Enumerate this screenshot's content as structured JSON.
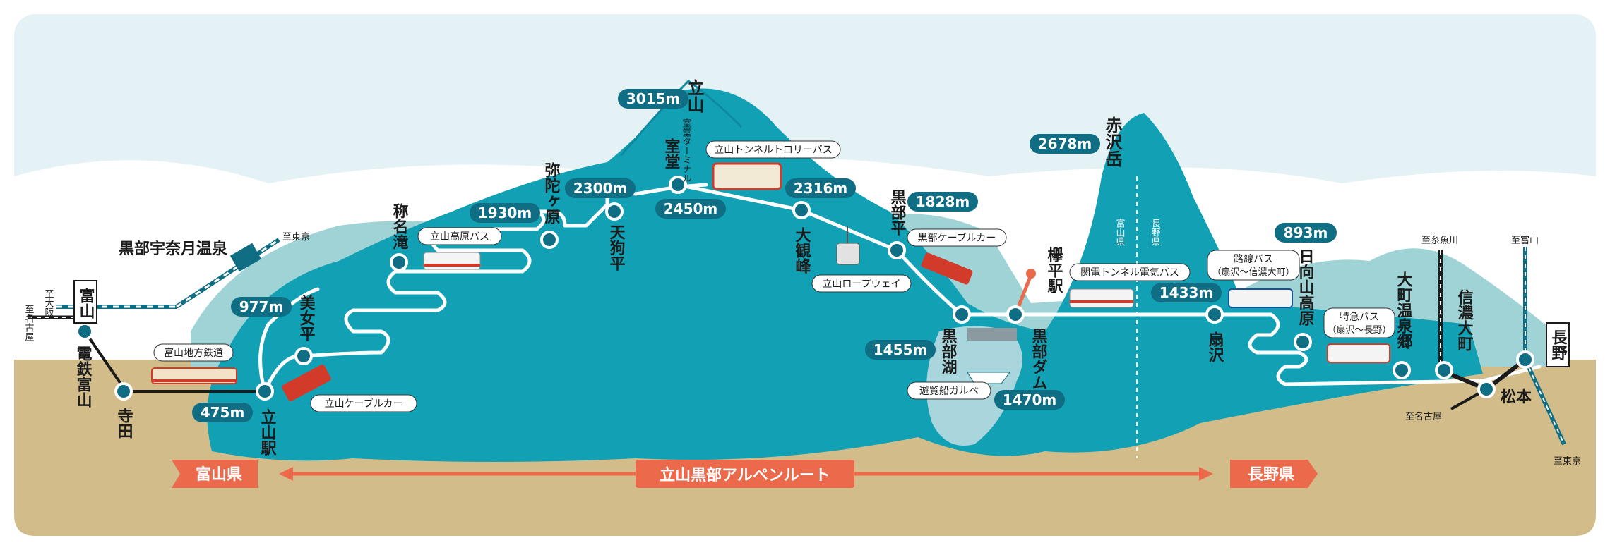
{
  "title": "立山黒部アルペンルート",
  "prefectures": {
    "left": "富山県",
    "right": "長野県"
  },
  "boundary_labels": {
    "toyama": "富山県",
    "nagano": "長野県"
  },
  "stations": {
    "toyama": "富山",
    "dentetsu_toyama": "電鉄富山",
    "terada": "寺田",
    "tateyama": "立山駅",
    "bijodaira": "美女平",
    "shomyodaki": "称名滝",
    "midagahara": "弥陀ヶ原",
    "tengudaira": "天狗平",
    "murodo": "室堂",
    "murodo_terminal": "室堂ターミナル",
    "daikanbo": "大観峰",
    "kurobedaira": "黒部平",
    "kurobeko": "黒部湖",
    "kurobe_dam": "黒部ダム",
    "keyakidaira": "欅平駅",
    "ogizawa": "扇沢",
    "hinatayama": "日向山高原",
    "omachi_onsenkyo": "大町温泉郷",
    "shinano_omachi": "信濃大町",
    "matsumoto": "松本",
    "nagano": "長野",
    "unazuki": "黒部宇奈月温泉"
  },
  "peaks": {
    "tateyama": "立山",
    "akazawadake": "赤沢岳"
  },
  "elevations": {
    "tateyama_stn": "475m",
    "bijodaira": "977m",
    "midagahara": "1930m",
    "tengudaira": "2300m",
    "murodo": "2450m",
    "tateyama_peak": "3015m",
    "daikanbo": "2316m",
    "kurobedaira": "1828m",
    "kurobeko": "1455m",
    "kurobe_dam": "1470m",
    "akazawadake": "2678m",
    "ogizawa": "1433m",
    "hinatayama": "893m"
  },
  "transport": {
    "toyama_chiho": "富山地方鉄道",
    "tateyama_cable": "立山ケーブルカー",
    "kogen_bus": "立山高原バス",
    "trolley_bus": "立山トンネルトロリーバス",
    "ropeway": "立山ロープウェイ",
    "kurobe_cable": "黒部ケーブルカー",
    "garbe": "遊覧船ガルベ",
    "kanden_bus": "関電トンネル電気バス",
    "rosen_bus": "路線バス",
    "rosen_bus_sub": "（扇沢～信濃大町）",
    "tokkyu_bus": "特急バス",
    "tokkyu_bus_sub": "（扇沢～長野）"
  },
  "directions": {
    "to_tokyo_top": "至東京",
    "to_osaka": "至大阪",
    "to_nagoya_left": "至名古屋",
    "to_itoigawa": "至糸魚川",
    "to_toyama": "至富山",
    "to_nagoya_right": "至名古屋",
    "to_tokyo_bottom": "至東京"
  },
  "colors": {
    "sky": "#e4f1f5",
    "ground": "#d2bd8a",
    "mountain": "#12a0b4",
    "mountain_back": "#9fd3d6",
    "station": "#0f6d84",
    "elev_badge": "#0f6d84",
    "banner": "#ec6a4c",
    "route": "#ffffff"
  }
}
